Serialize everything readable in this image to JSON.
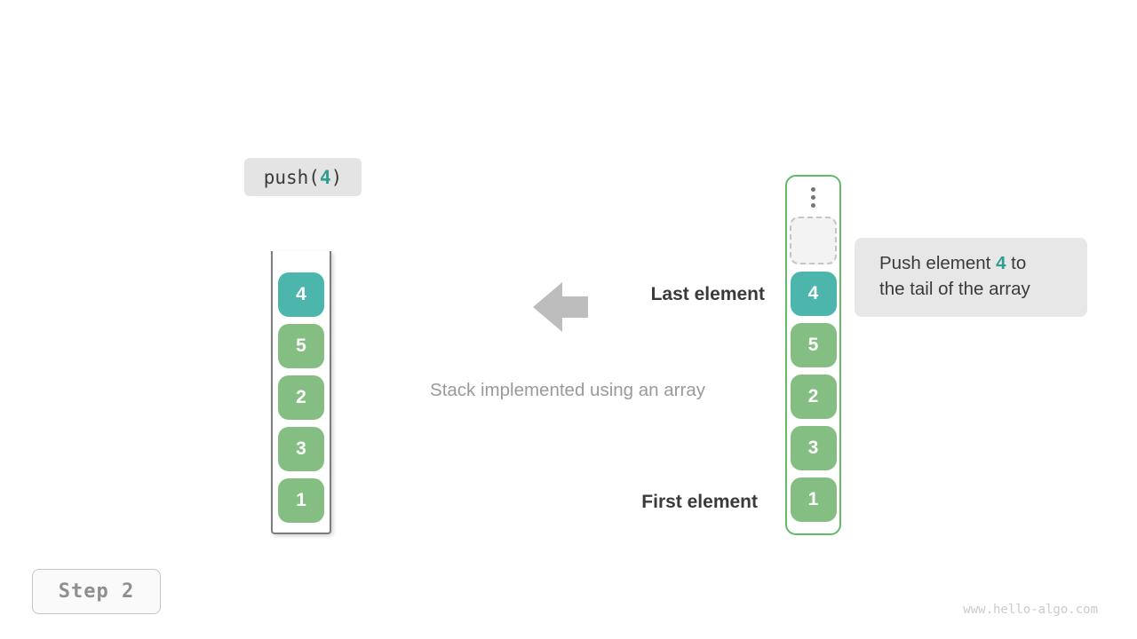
{
  "operation": {
    "prefix": "push(",
    "value": "4",
    "suffix": ")"
  },
  "stacks": {
    "before": {
      "items": [
        {
          "value": "4",
          "highlight": true
        },
        {
          "value": "5",
          "highlight": false
        },
        {
          "value": "2",
          "highlight": false
        },
        {
          "value": "3",
          "highlight": false
        },
        {
          "value": "1",
          "highlight": false
        }
      ]
    },
    "after": {
      "has_ellipsis": true,
      "has_empty_slot": true,
      "items": [
        {
          "value": "4",
          "highlight": true
        },
        {
          "value": "5",
          "highlight": false
        },
        {
          "value": "2",
          "highlight": false
        },
        {
          "value": "3",
          "highlight": false
        },
        {
          "value": "1",
          "highlight": false
        }
      ]
    }
  },
  "labels": {
    "last_element": "Last element",
    "first_element": "First element",
    "caption": "Stack implemented using an array"
  },
  "tooltip": {
    "line1_before": "Push element ",
    "value": "4",
    "line1_after": " to",
    "line2": "the tail of the array"
  },
  "step_label": "Step 2",
  "watermark": "www.hello-algo.com",
  "colors": {
    "highlight_cell": "#4db6ac",
    "cell": "#85be82",
    "after_container_border": "#62bb66",
    "badge_bg": "#e4e4e4",
    "value_text": "#2e9e8f",
    "arrow": "#bdbdbd"
  }
}
